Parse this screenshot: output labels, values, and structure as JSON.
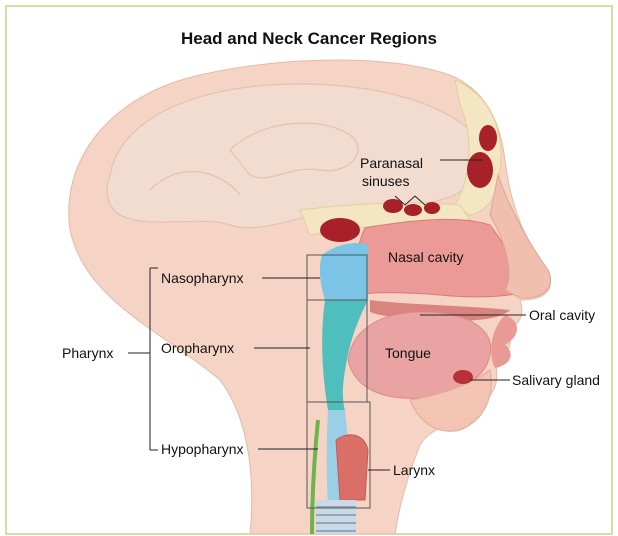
{
  "title": "Head and Neck Cancer Regions",
  "labels": {
    "paranasal_line1": "Paranasal",
    "paranasal_line2": "sinuses",
    "nasal_cavity": "Nasal cavity",
    "nasopharynx": "Nasopharynx",
    "oropharynx": "Oropharynx",
    "hypopharynx": "Hypopharynx",
    "pharynx": "Pharynx",
    "oral_cavity": "Oral cavity",
    "tongue": "Tongue",
    "salivary_gland": "Salivary gland",
    "larynx": "Larynx"
  },
  "colors": {
    "frame_border": "#c8d28a",
    "skin": "#f3c9b8",
    "skin_light": "#f9e1d6",
    "bone": "#f4e6c2",
    "sinus": "#a8202a",
    "nasal": "#e98a8a",
    "pharynx_teal": "#5cc6c8",
    "pharynx_blue": "#7cc4e6",
    "tongue": "#eaa3a3",
    "airway_green": "#6bb54a",
    "line": "#222222"
  }
}
